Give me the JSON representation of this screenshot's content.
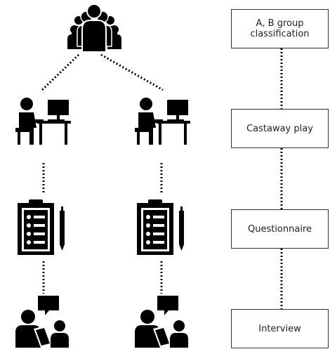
{
  "steps": [
    {
      "label": "A, B group\nclassification"
    },
    {
      "label": "Castaway play"
    },
    {
      "label": "Questionnaire"
    },
    {
      "label": "Interview"
    }
  ],
  "icons": {
    "group": "people-group-icon",
    "computer": "person-at-computer-icon",
    "questionnaire": "clipboard-checklist-icon",
    "interview": "interview-people-icon"
  },
  "colors": {
    "icon": "#000000",
    "line": "#000000",
    "box_border": "#333333"
  }
}
